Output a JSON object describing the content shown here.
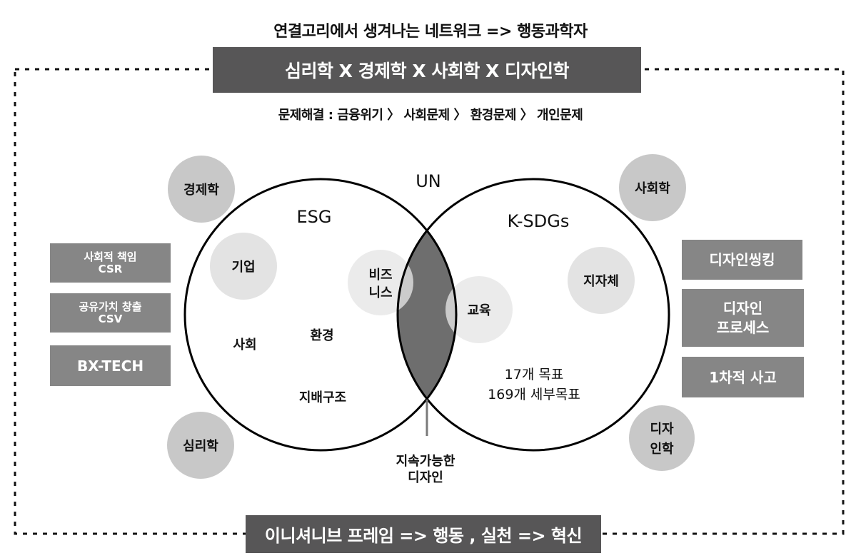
{
  "header": {
    "title": "연결고리에서 생겨나는 네트워크 => 행동과학자",
    "banner": "심리학 X 경제학 X 사회학 X 디자인학",
    "subtitle": "문제해결 : 금융위기 〉 사회문제 〉 환경문제 〉 개인문제"
  },
  "footer": {
    "banner": "이니셔니브 프레임 => 행동 , 실천 => 혁신"
  },
  "left_boxes": [
    {
      "line1": "사회적 책임",
      "line2": "CSR"
    },
    {
      "line1": "공유가치 창출",
      "line2": "CSV"
    },
    {
      "line1": "BX-TECH",
      "line2": ""
    }
  ],
  "right_boxes": [
    {
      "line1": "디자인씽킹",
      "line2": ""
    },
    {
      "line1": "디자인",
      "line2": "프로세스"
    },
    {
      "line1": "1차적 사고",
      "line2": ""
    }
  ],
  "venn": {
    "top_label": "UN",
    "left_set": {
      "title": "ESG",
      "items": [
        "사회",
        "환경",
        "지배구조"
      ]
    },
    "right_set": {
      "title": "K-SDGs",
      "items": [
        "17개 목표",
        "169개 세부목표"
      ]
    },
    "intersection_label_line1": "지속가능한",
    "intersection_label_line2": "디자인"
  },
  "inner_bubbles": {
    "company": "기업",
    "business_line1": "비즈",
    "business_line2": "니스",
    "education": "교육",
    "local_gov": "지자체"
  },
  "discipline_bubbles": {
    "economics": "경제학",
    "sociology": "사회학",
    "psychology": "심리학",
    "design_line1": "디자",
    "design_line2": "인학"
  },
  "colors": {
    "banner_bg": "#575657",
    "box_bg": "#868686",
    "discipline_bubble": "#c8c8c8",
    "inner_bubble": "#e3e3e3",
    "lens_fill": "#6e6e6e",
    "outline": "#000000"
  }
}
